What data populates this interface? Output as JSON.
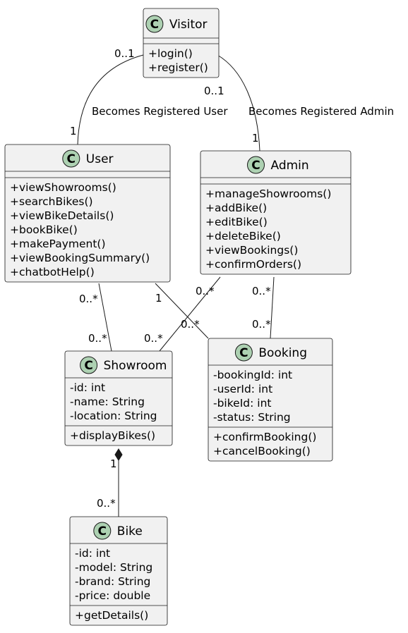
{
  "classes": {
    "visitor": {
      "badge": "C",
      "name": "Visitor",
      "attributes": [],
      "methods": [
        "+login()",
        "+register()"
      ]
    },
    "user": {
      "badge": "C",
      "name": "User",
      "attributes": [],
      "methods": [
        "+viewShowrooms()",
        "+searchBikes()",
        "+viewBikeDetails()",
        "+bookBike()",
        "+makePayment()",
        "+viewBookingSummary()",
        "+chatbotHelp()"
      ]
    },
    "admin": {
      "badge": "C",
      "name": "Admin",
      "attributes": [],
      "methods": [
        "+manageShowrooms()",
        "+addBike()",
        "+editBike()",
        "+deleteBike()",
        "+viewBookings()",
        "+confirmOrders()"
      ]
    },
    "showroom": {
      "badge": "C",
      "name": "Showroom",
      "attributes": [
        "-id: int",
        "-name: String",
        "-location: String"
      ],
      "methods": [
        "+displayBikes()"
      ]
    },
    "booking": {
      "badge": "C",
      "name": "Booking",
      "attributes": [
        "-bookingId: int",
        "-userId: int",
        "-bikeId: int",
        "-status: String"
      ],
      "methods": [
        "+confirmBooking()",
        "+cancelBooking()"
      ]
    },
    "bike": {
      "badge": "C",
      "name": "Bike",
      "attributes": [
        "-id: int",
        "-model: String",
        "-brand: String",
        "-price: double"
      ],
      "methods": [
        "+getDetails()"
      ]
    }
  },
  "relations": {
    "visitor_user": {
      "label": "Becomes Registered User",
      "source_mult": "0..1",
      "target_mult": "1"
    },
    "visitor_admin": {
      "label": "Becomes Registered Admin",
      "source_mult": "0..1",
      "target_mult": "1"
    },
    "user_showroom": {
      "source_mult": "0..*",
      "target_mult": "0..*"
    },
    "user_booking": {
      "source_mult": "1",
      "target_mult": "0..*"
    },
    "admin_showroom": {
      "source_mult": "0..*",
      "target_mult": "0..*"
    },
    "admin_booking": {
      "source_mult": "0..*",
      "target_mult": "0..*"
    },
    "showroom_bike": {
      "kind": "composition",
      "source_mult": "1",
      "target_mult": "0..*"
    }
  },
  "colors": {
    "class_fill": "#f1f1f1",
    "border": "#181818",
    "badge_fill": "#add1b2"
  },
  "icons": {
    "class_badge": "class-c-icon"
  }
}
